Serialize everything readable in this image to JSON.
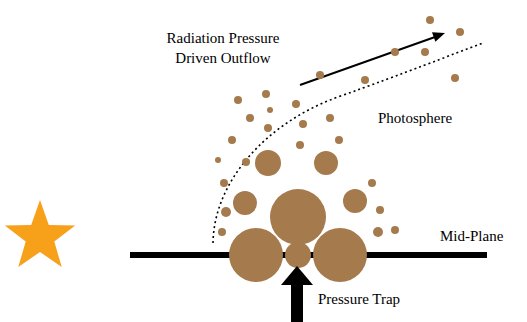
{
  "diagram": {
    "labels": [
      "Radiation Pressure Driven Outflow",
      "Photosphere",
      "Mid-Plane",
      "Pressure Trap"
    ]
  }
}
